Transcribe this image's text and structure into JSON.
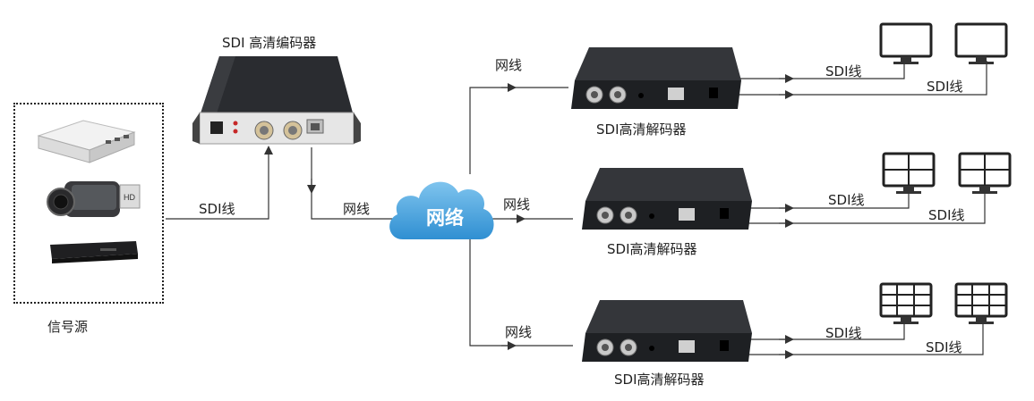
{
  "labels": {
    "encoder_title": "SDI 高清编码器",
    "source_label": "信号源",
    "cloud_label": "网络",
    "sdi_line": "SDI线",
    "network_line": "网线",
    "decoder_title": "SDI高清解码器"
  },
  "colors": {
    "cloud_top": "#7fc4ee",
    "cloud_bottom": "#2f8fd2",
    "device_dark": "#2d2f33",
    "encoder_body": "#e8e8e8",
    "wire": "#333333"
  }
}
